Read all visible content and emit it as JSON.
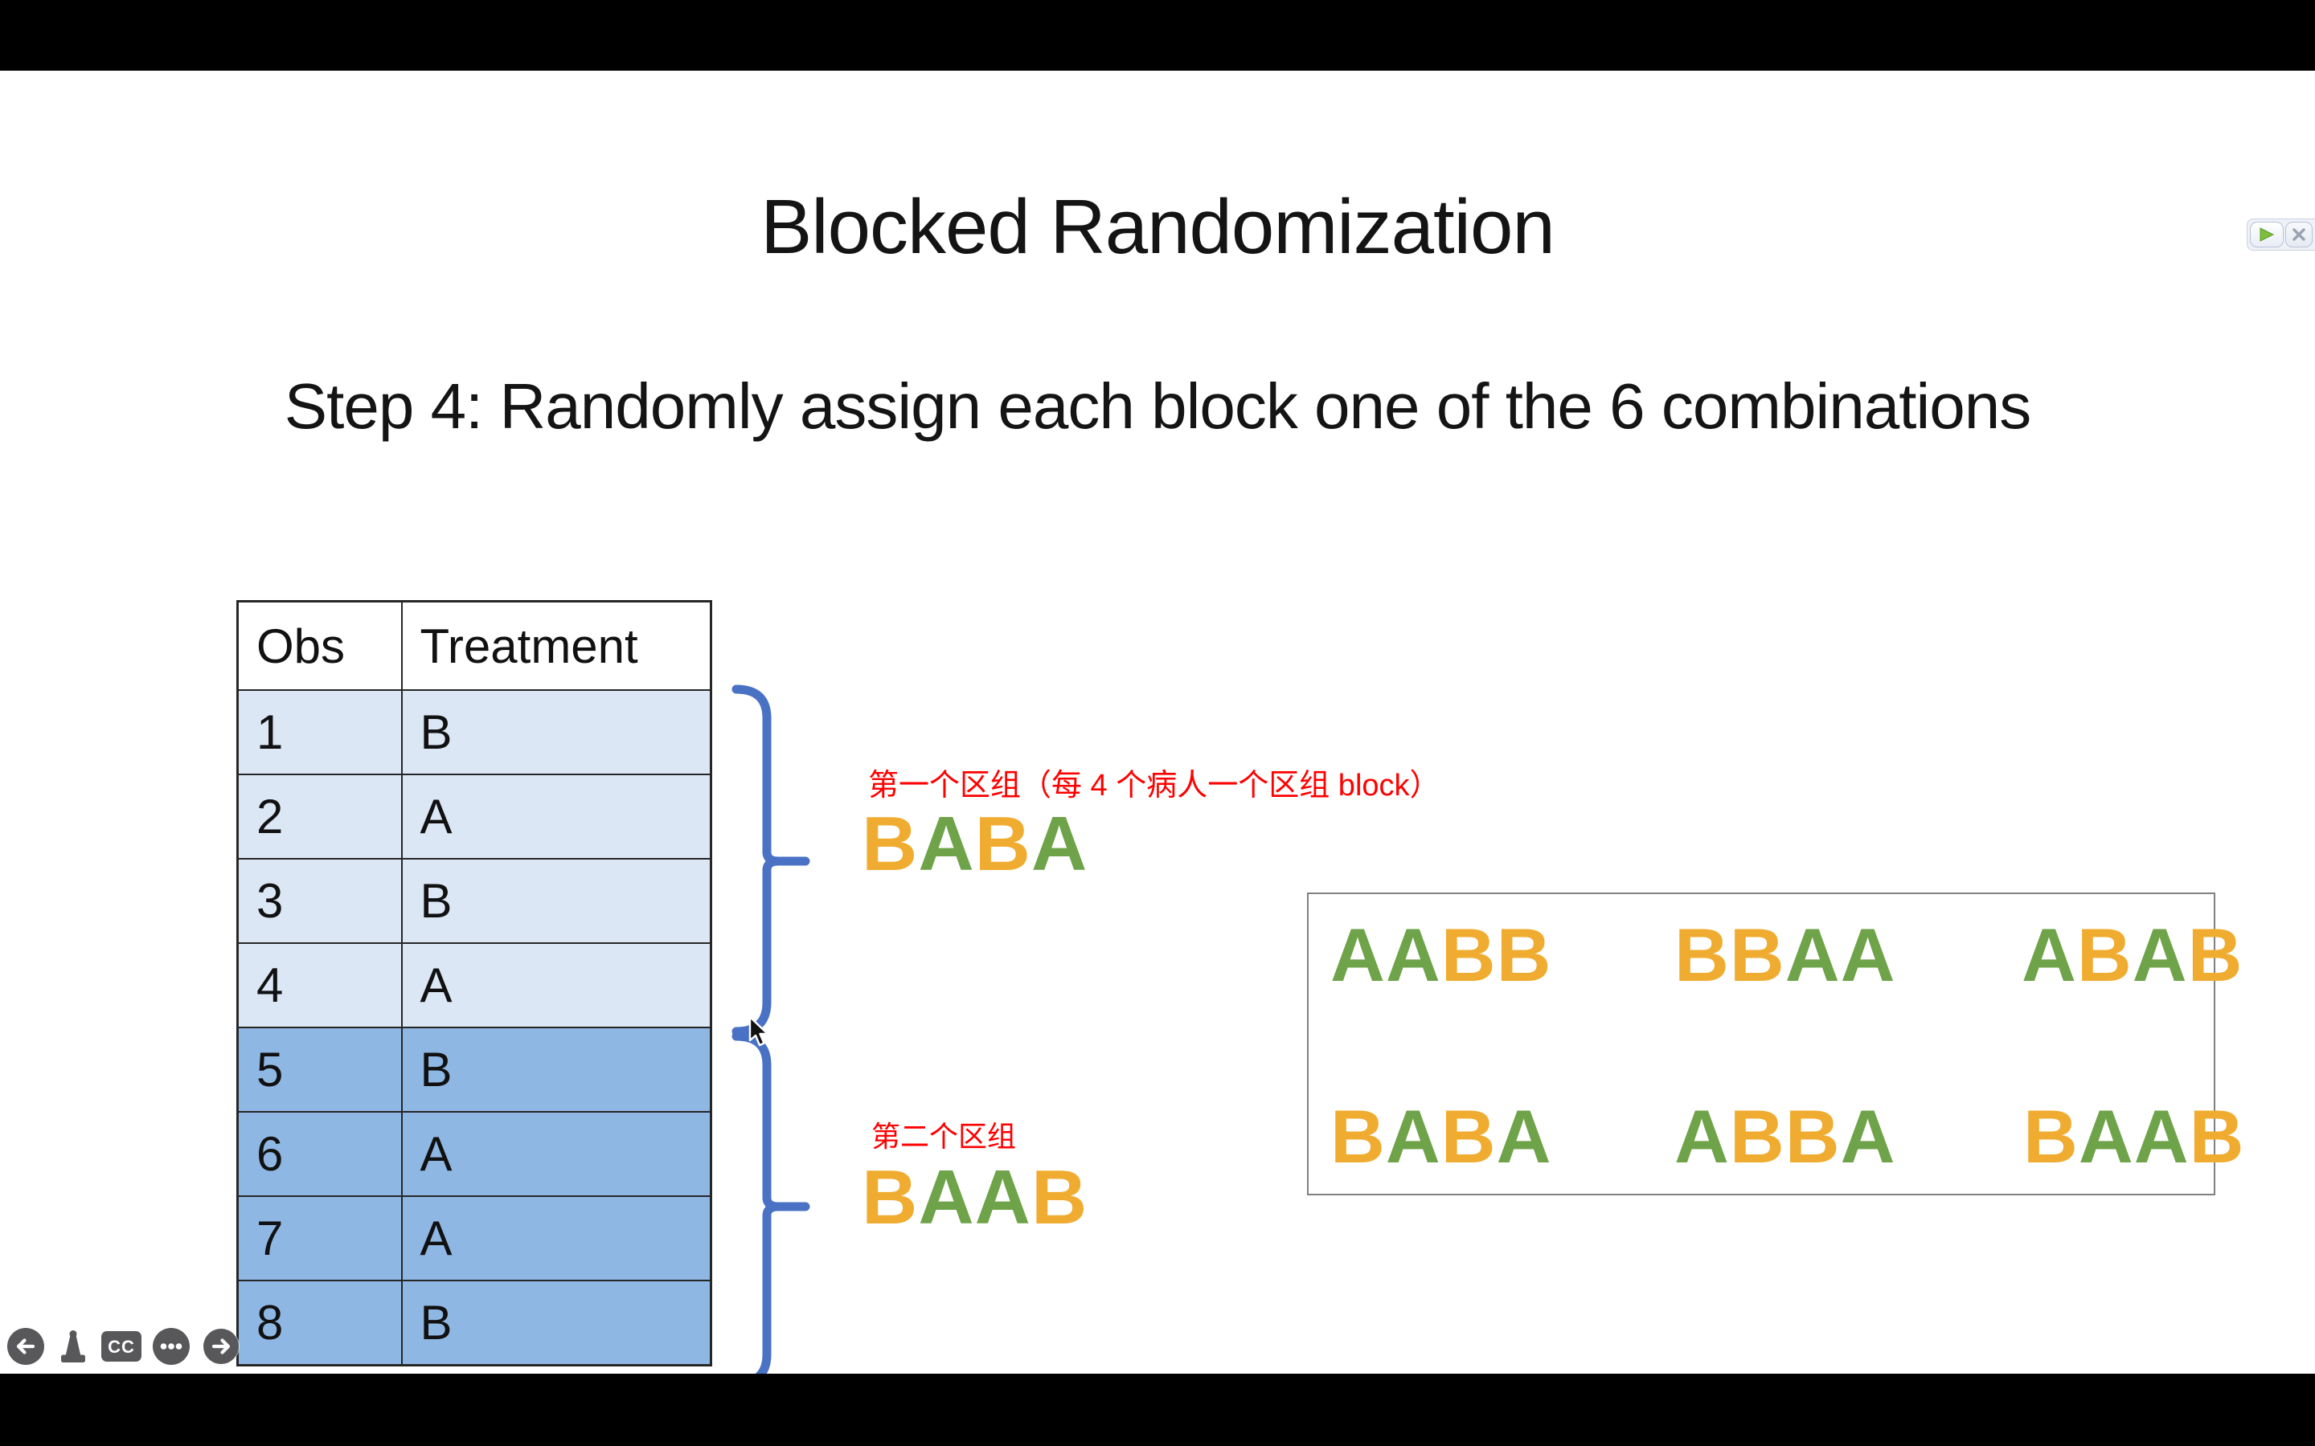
{
  "colors": {
    "text": "#141414",
    "red": "#FF0000",
    "brace": "#4A72C4",
    "row_light": "#DCE7F5",
    "row_dark": "#8FB7E4",
    "table_border": "#262626",
    "box_border": "#808080",
    "icon": "#58585B",
    "play": "#7DBE3C",
    "letters": {
      "A": "#6FA34A",
      "B": "#F0AC30"
    }
  },
  "slide": {
    "title": "Blocked Randomization",
    "subtitle": "Step 4: Randomly assign each block one of the 6 combinations",
    "table": {
      "headers": [
        "Obs",
        "Treatment"
      ],
      "rows": [
        [
          "1",
          "B"
        ],
        [
          "2",
          "A"
        ],
        [
          "3",
          "B"
        ],
        [
          "4",
          "A"
        ],
        [
          "5",
          "B"
        ],
        [
          "6",
          "A"
        ],
        [
          "7",
          "A"
        ],
        [
          "8",
          "B"
        ]
      ]
    },
    "block1_label": "第一个区组（每 4 个病人一个区组 block）",
    "block1_sequence": "BABA",
    "block2_label": "第二个区组",
    "block2_sequence": "BAAB",
    "combinations": [
      "AABB",
      "BBAA",
      "ABAB",
      "BABA",
      "ABBA",
      "BAAB"
    ]
  },
  "player": {
    "cc_label": "CC",
    "mini_toolbar_buttons": [
      "play",
      "close"
    ],
    "control_buttons": [
      "back",
      "vlc-cone",
      "closed-captions",
      "more",
      "forward"
    ]
  }
}
